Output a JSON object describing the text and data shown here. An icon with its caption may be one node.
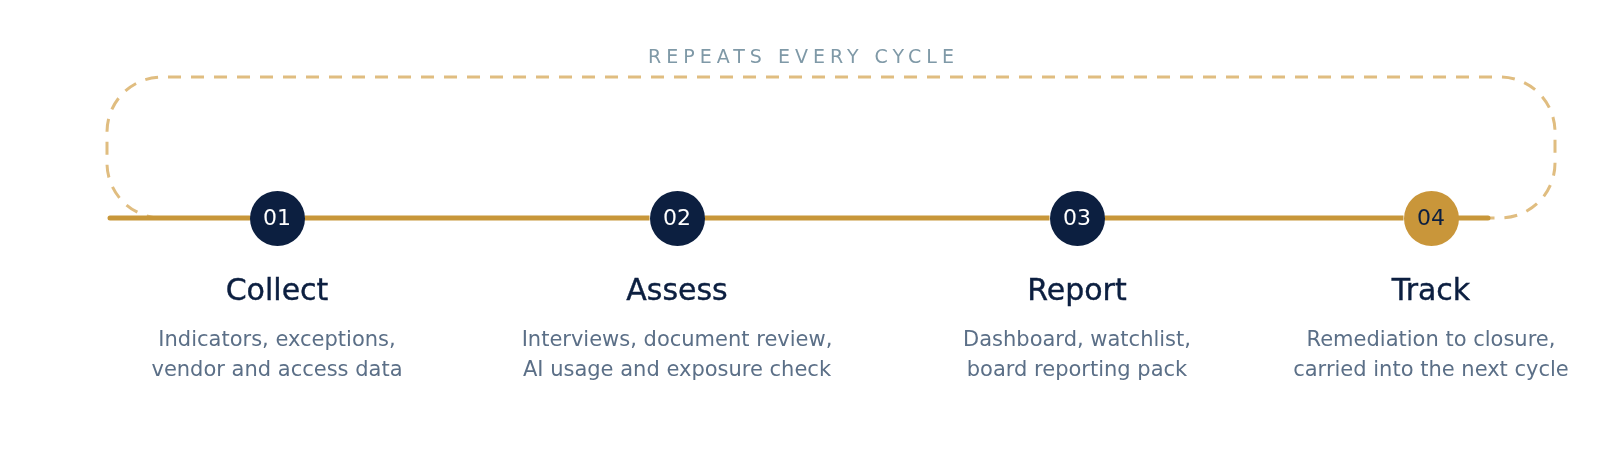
{
  "diagram": {
    "nodes": [
      {
        "text": [
          "01"
        ],
        "beside": [
          "Collect",
          "Indicators, exceptions, vendor and access data"
        ]
      },
      {
        "text": [
          "02"
        ],
        "beside": [
          "Assess",
          "Interviews, document review, AI usage and exposure check"
        ]
      },
      {
        "text": [
          "03"
        ],
        "beside": [
          "Report",
          "Dashboard, watchlist, board reporting pack"
        ]
      },
      {
        "text": [
          "04"
        ],
        "beside": [
          "Track",
          "Remediation to closure, carried into the next cycle"
        ]
      }
    ],
    "edges": [
      {
        "from": 0,
        "to": 1,
        "arrow": "none"
      },
      {
        "from": 1,
        "to": 2,
        "arrow": "none"
      },
      {
        "from": 2,
        "to": 3,
        "arrow": "none"
      },
      {
        "from": 3,
        "to": 0,
        "arrow": "none",
        "label": "REPEATS EVERY CYCLE",
        "style": "dashed",
        "color": "#e0bd80"
      }
    ]
  }
}
